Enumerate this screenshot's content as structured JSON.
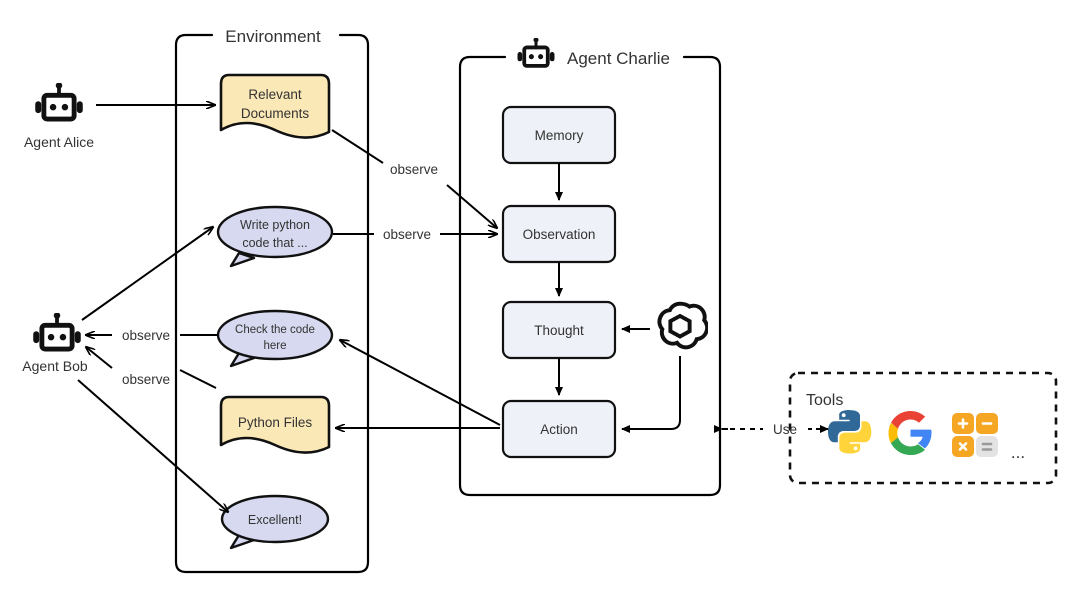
{
  "diagram": {
    "title": "Multi-agent environment interaction diagram",
    "background_color": "#ffffff",
    "stroke_color": "#000000",
    "text_color": "#333333"
  },
  "agents": {
    "alice": {
      "label": "Agent Alice",
      "icon": "robot-icon"
    },
    "bob": {
      "label": "Agent Bob",
      "icon": "robot-icon"
    },
    "charlie": {
      "label": "Agent Charlie",
      "icon": "robot-icon"
    }
  },
  "environment": {
    "label": "Environment",
    "items": [
      {
        "id": "relevant-documents",
        "label_line1": "Relevant",
        "label_line2": "Documents",
        "shape": "document",
        "fill": "#fbe8b7"
      },
      {
        "id": "write-python-code",
        "label_line1": "Write python",
        "label_line2": "code that ...",
        "shape": "speech-bubble",
        "fill": "#d6d9ef"
      },
      {
        "id": "check-the-code",
        "label_line1": "Check the code",
        "label_line2": "here",
        "shape": "speech-bubble",
        "fill": "#d6d9ef"
      },
      {
        "id": "python-files",
        "label_line1": "Python Files",
        "label_line2": "",
        "shape": "document",
        "fill": "#fbe8b7"
      },
      {
        "id": "excellent",
        "label_line1": "Excellent!",
        "label_line2": "",
        "shape": "speech-bubble",
        "fill": "#d6d9ef"
      }
    ]
  },
  "charlie_loop": {
    "nodes": [
      {
        "id": "memory",
        "label": "Memory",
        "fill": "#eef1f8"
      },
      {
        "id": "observation",
        "label": "Observation",
        "fill": "#eef1f8"
      },
      {
        "id": "thought",
        "label": "Thought",
        "fill": "#eef1f8"
      },
      {
        "id": "action",
        "label": "Action",
        "fill": "#eef1f8"
      }
    ],
    "llm_icon": "openai-logo-icon"
  },
  "tools": {
    "label": "Tools",
    "connector_label": "Use",
    "items": [
      {
        "id": "python-tool",
        "icon": "python-logo-icon",
        "colors": [
          "#306998",
          "#FFD43B"
        ]
      },
      {
        "id": "google-tool",
        "icon": "google-logo-icon",
        "colors": [
          "#EA4335",
          "#FBBC05",
          "#34A853",
          "#4285F4"
        ]
      },
      {
        "id": "calculator-tool",
        "icon": "calculator-icon",
        "colors": [
          "#F5A623",
          "#E8E8E8"
        ]
      },
      {
        "id": "more-tools",
        "icon": "ellipsis-icon",
        "label": "..."
      }
    ]
  },
  "edge_labels": {
    "observe_documents": "observe",
    "observe_prompt": "observe",
    "observe_check": "observe",
    "observe_files": "observe",
    "use_tools": "Use"
  }
}
